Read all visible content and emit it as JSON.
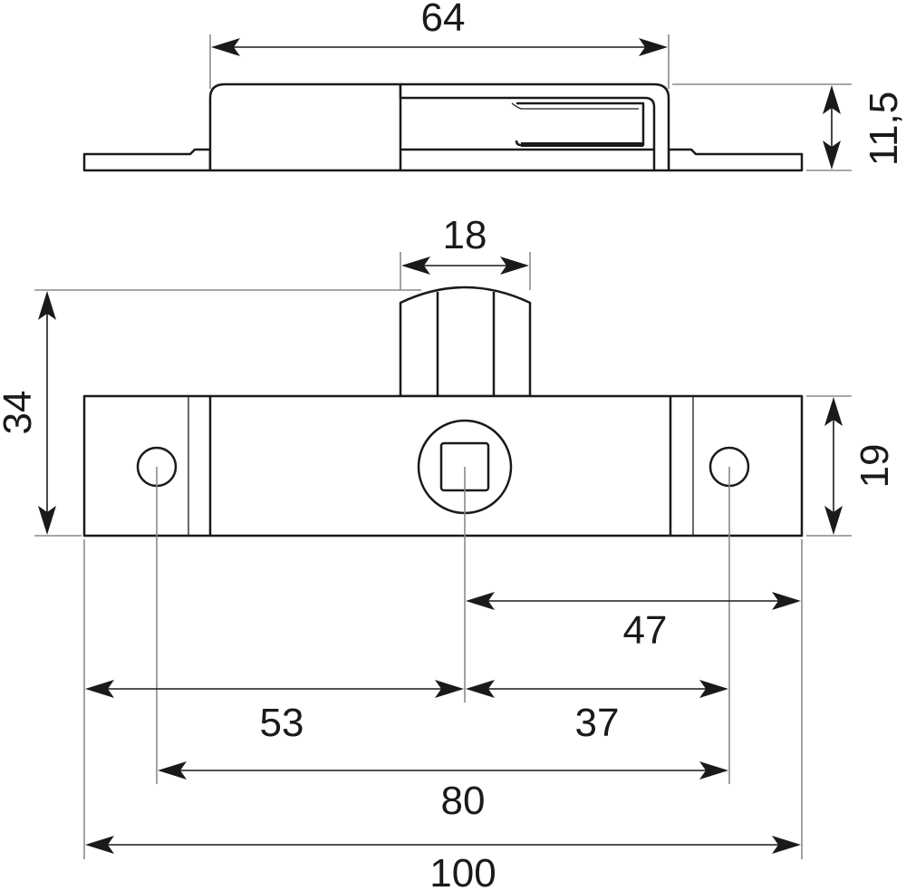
{
  "dimensions": {
    "side_length": "64",
    "side_height": "11,5",
    "spindle_width": "18",
    "overall_height": "34",
    "plate_height": "19",
    "center_to_right_edge": "47",
    "left_edge_to_center": "53",
    "center_to_right_hole": "37",
    "hole_spacing": "80",
    "overall_length": "100"
  },
  "colors": {
    "line": "#1a1a1a",
    "extension_line": "#8a8a8a",
    "background": "#ffffff"
  }
}
